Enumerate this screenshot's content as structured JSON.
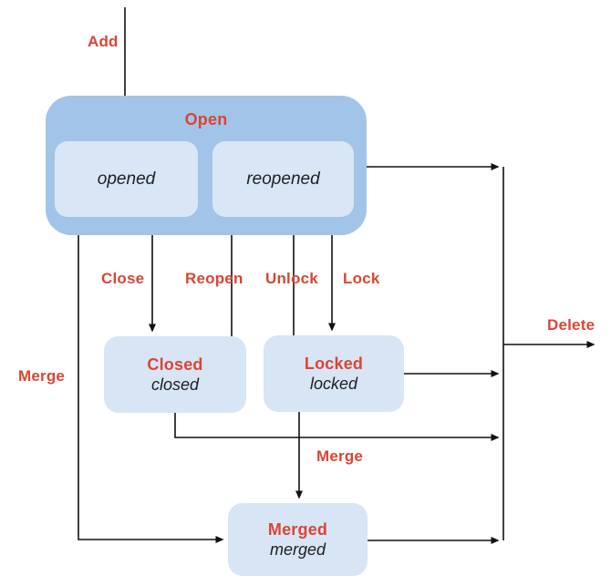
{
  "diagram": {
    "title_context": "Issue state diagram",
    "colors": {
      "group_fill": "#a2c4e8",
      "state_fill": "#d7e5f5",
      "substate_fill": "#d8e6f6",
      "label_red": "#db4533",
      "line_black": "#111111",
      "text_dark": "#212121",
      "background": "#ffffff"
    },
    "group": {
      "title": "Open",
      "substates": [
        {
          "label": "opened"
        },
        {
          "label": "reopened"
        }
      ]
    },
    "states": [
      {
        "title": "Closed",
        "subtitle": "closed"
      },
      {
        "title": "Locked",
        "subtitle": "locked"
      },
      {
        "title": "Merged",
        "subtitle": "merged"
      }
    ],
    "edge_labels": {
      "add": "Add",
      "close": "Close",
      "reopen": "Reopen",
      "unlock": "Unlock",
      "lock": "Lock",
      "merge_left": "Merge",
      "merge_mid": "Merge",
      "delete": "Delete"
    }
  }
}
